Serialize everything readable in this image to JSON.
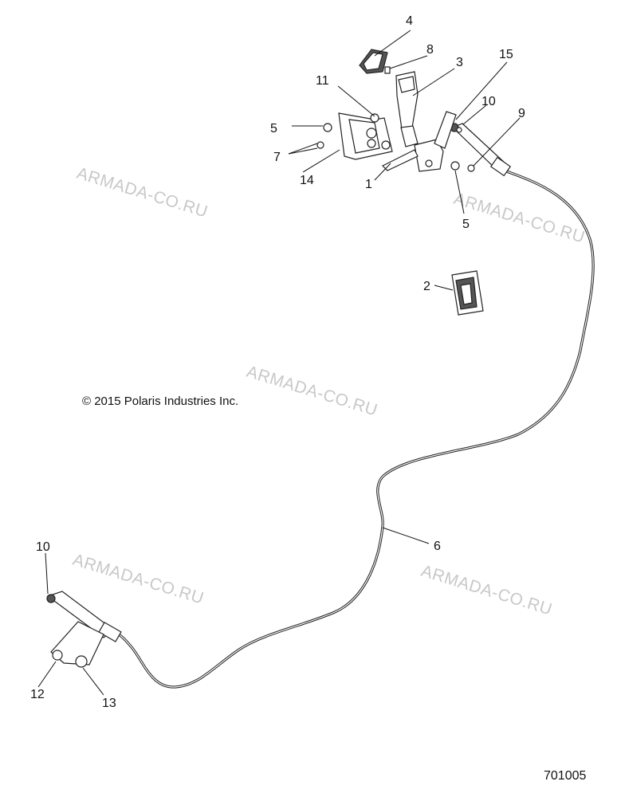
{
  "diagram": {
    "copyright": "© 2015 Polaris Industries Inc.",
    "drawing_number": "701005",
    "watermark": "ARMADA-CO.RU",
    "callouts": {
      "c1": "1",
      "c2": "2",
      "c3": "3",
      "c4": "4",
      "c5a": "5",
      "c5b": "5",
      "c6": "6",
      "c7": "7",
      "c8": "8",
      "c9": "9",
      "c10a": "10",
      "c10b": "10",
      "c11": "11",
      "c12": "12",
      "c13": "13",
      "c14": "14",
      "c15": "15"
    }
  }
}
